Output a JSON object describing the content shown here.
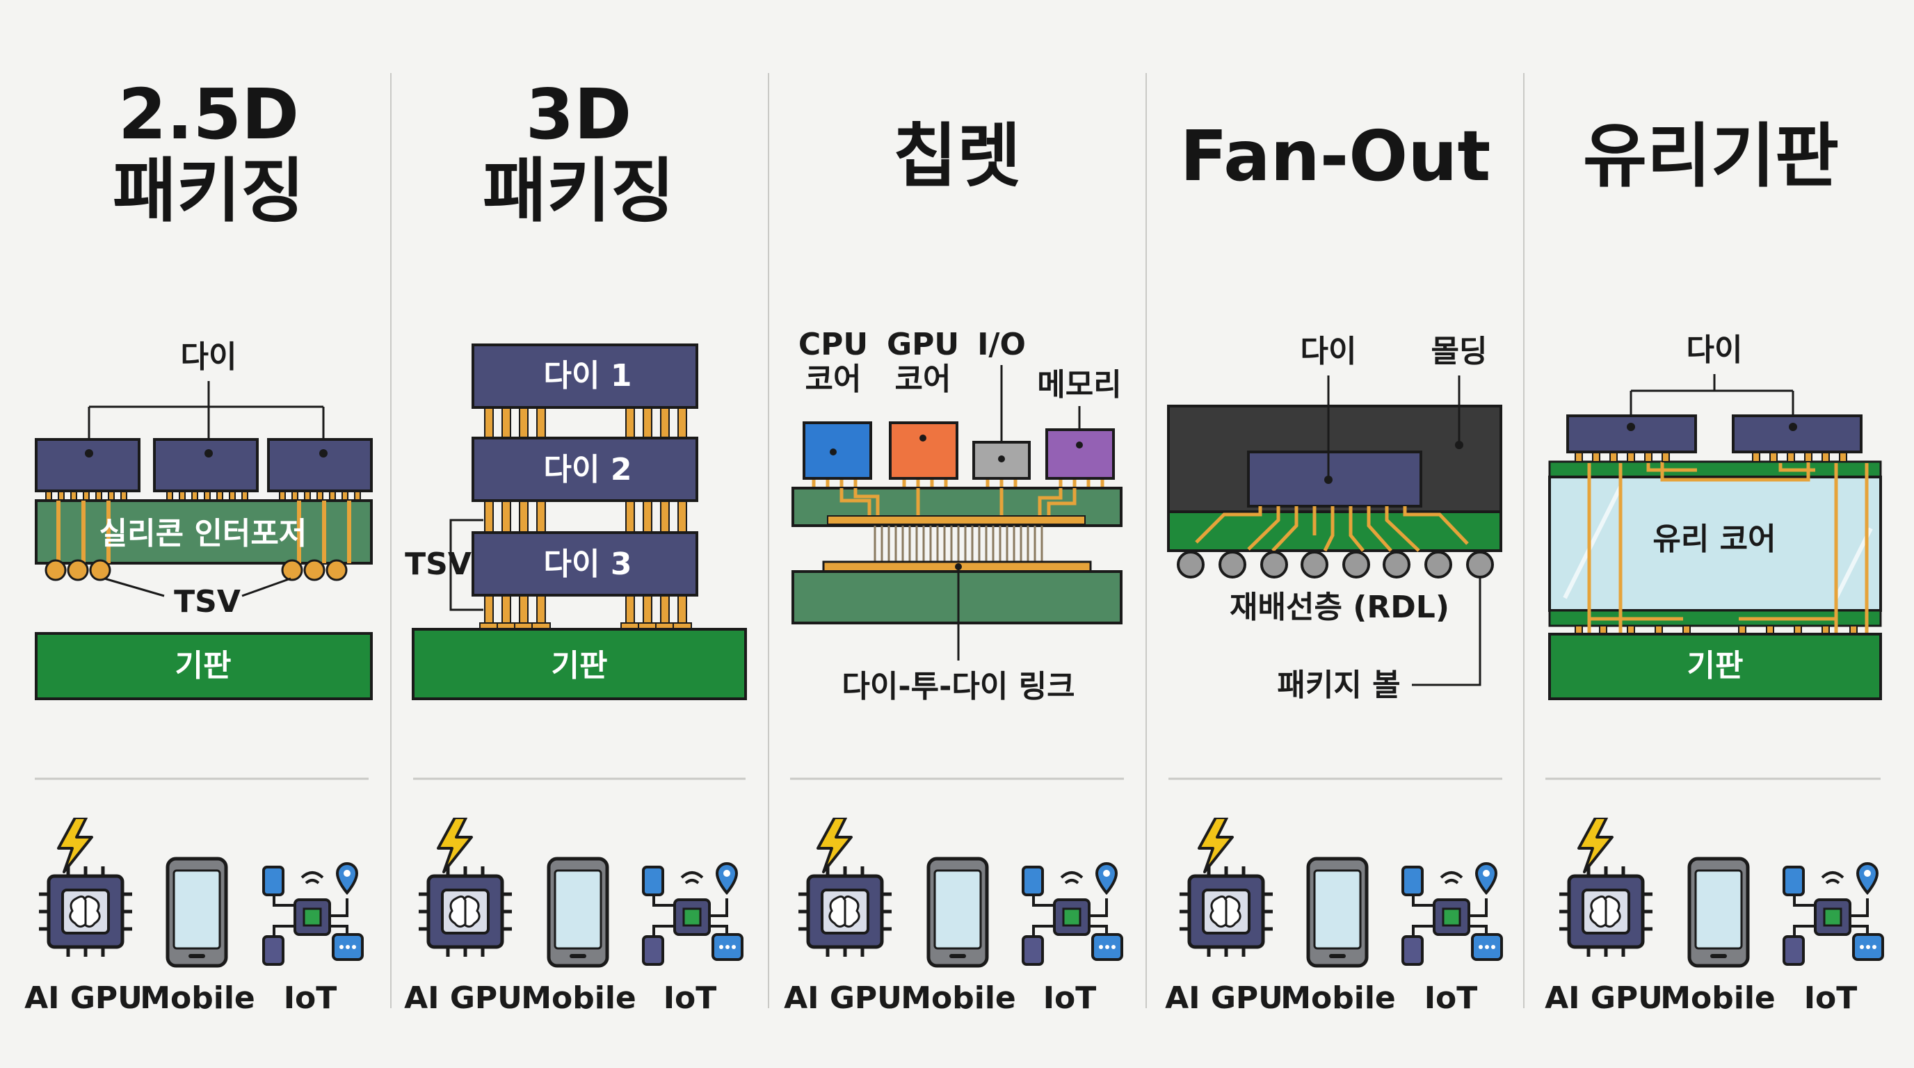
{
  "panels": [
    {
      "title_line1": "2.5D",
      "title_line2": "패키징",
      "labels": {
        "die": "다이",
        "interposer": "실리콘 인터포저",
        "tsv": "TSV",
        "substrate": "기판"
      }
    },
    {
      "title_line1": "3D",
      "title_line2": "패키징",
      "labels": {
        "die1": "다이 1",
        "die2": "다이 2",
        "die3": "다이 3",
        "tsv": "TSV",
        "substrate": "기판"
      }
    },
    {
      "title_line1": "칩렛",
      "labels": {
        "cpu_l1": "CPU",
        "cpu_l2": "코어",
        "gpu_l1": "GPU",
        "gpu_l2": "코어",
        "io": "I/O",
        "memory": "메모리",
        "link": "다이-투-다이 링크"
      }
    },
    {
      "title_line1": "Fan-Out",
      "labels": {
        "die": "다이",
        "molding": "몰딩",
        "rdl": "재배선층 (RDL)",
        "ball": "패키지 볼"
      }
    },
    {
      "title_line1": "유리기판",
      "labels": {
        "die": "다이",
        "glass": "유리 코어",
        "substrate": "기판"
      }
    }
  ],
  "applications": [
    "AI GPU",
    "Mobile",
    "IoT"
  ],
  "colors": {
    "die": "#4a4d78",
    "substrate_green": "#1f8a3a",
    "interposer_green": "#4f8a62",
    "copper": "#e6a33a",
    "molding": "#3a3a3a",
    "glass": "#c9e6ec",
    "cpu": "#2f7bd1",
    "gpu": "#ee7440",
    "io": "#a7a7a7",
    "memory": "#9461b4"
  },
  "icons": [
    "bolt-icon",
    "ai-chip-icon",
    "smartphone-icon",
    "iot-network-icon"
  ]
}
